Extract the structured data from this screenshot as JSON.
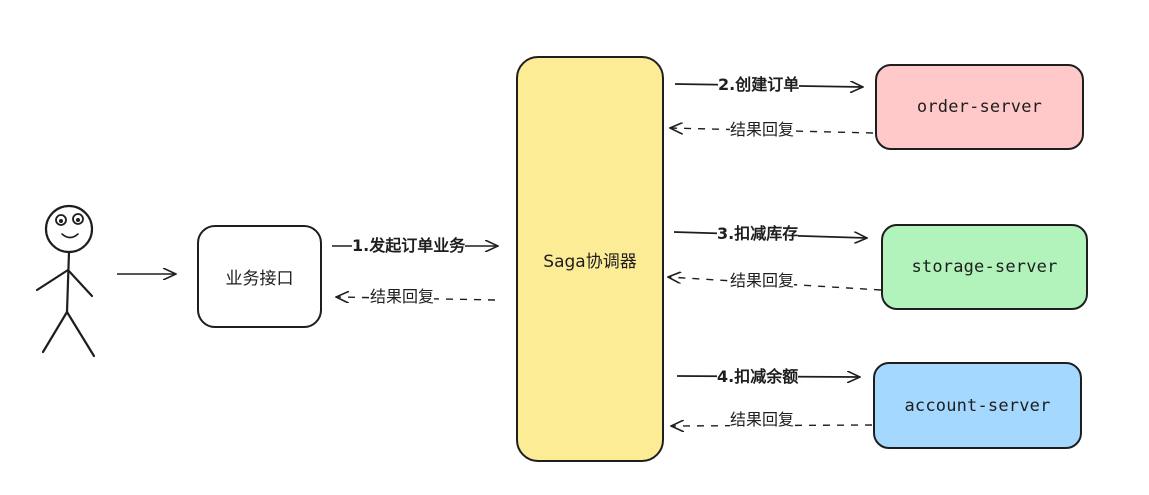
{
  "actor": {
    "icon": "stick-figure-user"
  },
  "business_api": {
    "label": "业务接口"
  },
  "coordinator": {
    "label": "Saga协调器",
    "fill": "#fdec96"
  },
  "servers": [
    {
      "label": "order-server",
      "fill": "#ffc9c9",
      "request": "2.创建订单",
      "reply": "结果回复"
    },
    {
      "label": "storage-server",
      "fill": "#b2f2bb",
      "request": "3.扣减库存",
      "reply": "结果回复"
    },
    {
      "label": "account-server",
      "fill": "#a5d8ff",
      "request": "4.扣减余额",
      "reply": "结果回复"
    }
  ],
  "api_edges": {
    "request": "1.发起订单业务",
    "reply": "结果回复"
  }
}
